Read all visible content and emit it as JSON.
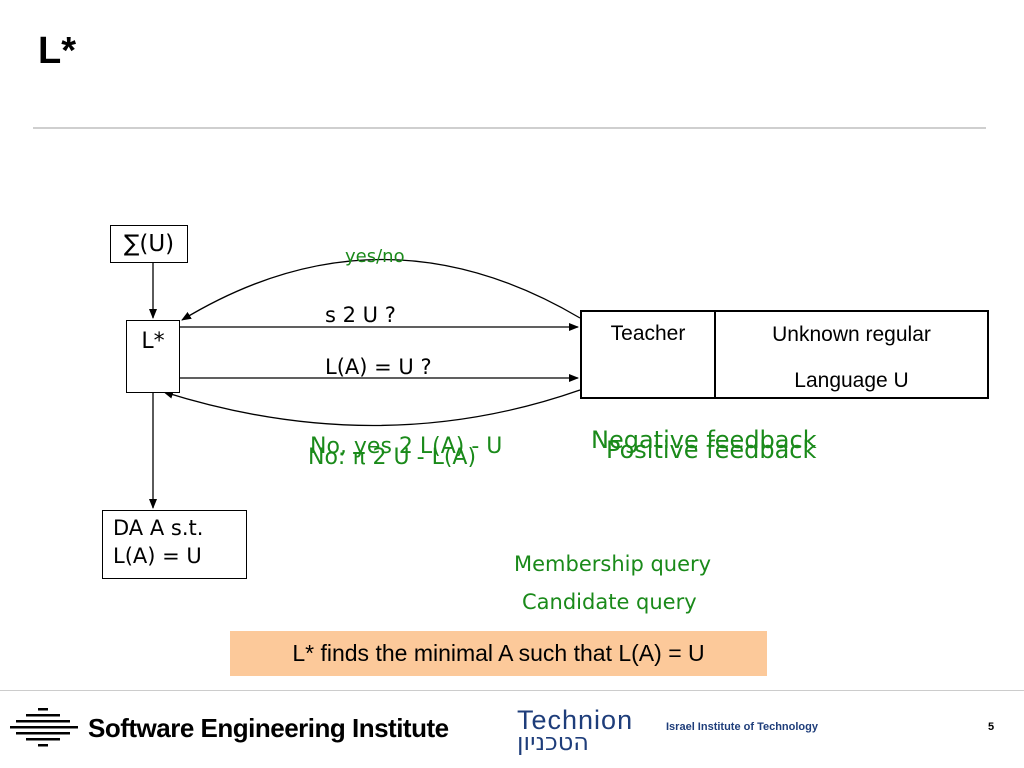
{
  "slide": {
    "title": "L*",
    "page_number": "5"
  },
  "diagram": {
    "sigma_box": "∑(U)",
    "learner_box": "L*",
    "result_box": {
      "line1": "DA A s.t.",
      "line2": "L(A) = U"
    },
    "teacher": {
      "teacher_label": "Teacher",
      "unknown_line1": "Unknown regular",
      "unknown_line2": "Language U"
    },
    "arrows": {
      "membership_question": "s 2 U ?",
      "candidate_question": "L(A) = U ?",
      "yes_no": "yes/no",
      "answer_yes": "No, yes 2 L(A) - U",
      "answer_no": "No: π 2 U - L(A)"
    },
    "feedback": {
      "negative": "Negative feedback",
      "positive": "Positive feedback"
    },
    "legend": {
      "membership": "Membership query",
      "candidate": "Candidate query"
    },
    "summary": "L* finds the minimal A such that L(A) = U"
  },
  "footer": {
    "sei_name": "Software Engineering Institute",
    "technion_name": "Technion",
    "technion_hebrew": "הטכניון",
    "technion_subtitle": "Israel Institute of Technology"
  },
  "colors": {
    "green_text": "#1a8a1a",
    "summary_bg": "#fcc99a",
    "technion_blue": "#1e3d7a"
  }
}
